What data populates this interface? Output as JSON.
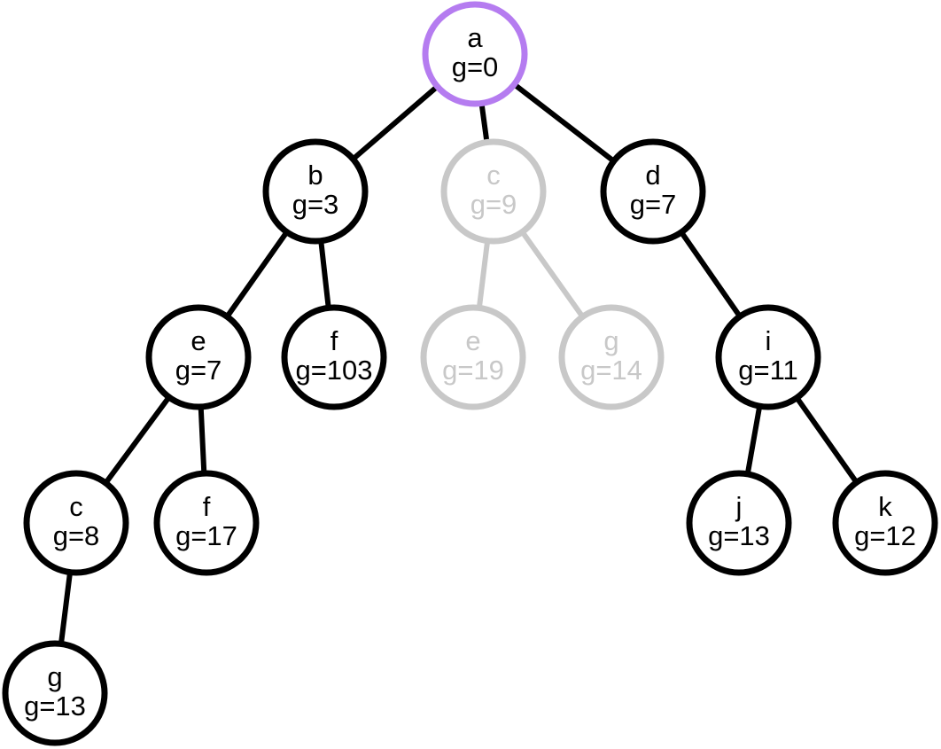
{
  "colors": {
    "default": "#000000",
    "faded": "#c8c8c8",
    "root_highlight": "#b57cf0"
  },
  "nodes": [
    {
      "id": "a",
      "label": "a",
      "cost": "g=0",
      "state": "root"
    },
    {
      "id": "b",
      "label": "b",
      "cost": "g=3",
      "state": "default"
    },
    {
      "id": "c1",
      "label": "c",
      "cost": "g=9",
      "state": "faded"
    },
    {
      "id": "d",
      "label": "d",
      "cost": "g=7",
      "state": "default"
    },
    {
      "id": "e1",
      "label": "e",
      "cost": "g=7",
      "state": "default"
    },
    {
      "id": "f1",
      "label": "f",
      "cost": "g=103",
      "state": "default"
    },
    {
      "id": "e2",
      "label": "e",
      "cost": "g=19",
      "state": "faded"
    },
    {
      "id": "g1",
      "label": "g",
      "cost": "g=14",
      "state": "faded"
    },
    {
      "id": "i",
      "label": "i",
      "cost": "g=11",
      "state": "default"
    },
    {
      "id": "c2",
      "label": "c",
      "cost": "g=8",
      "state": "default"
    },
    {
      "id": "f2",
      "label": "f",
      "cost": "g=17",
      "state": "default"
    },
    {
      "id": "j",
      "label": "j",
      "cost": "g=13",
      "state": "default"
    },
    {
      "id": "k",
      "label": "k",
      "cost": "g=12",
      "state": "default"
    },
    {
      "id": "g2",
      "label": "g",
      "cost": "g=13",
      "state": "default"
    }
  ],
  "edges": [
    {
      "from": "a",
      "to": "b",
      "state": "default"
    },
    {
      "from": "a",
      "to": "c1",
      "state": "default"
    },
    {
      "from": "a",
      "to": "d",
      "state": "default"
    },
    {
      "from": "b",
      "to": "e1",
      "state": "default"
    },
    {
      "from": "b",
      "to": "f1",
      "state": "default"
    },
    {
      "from": "c1",
      "to": "e2",
      "state": "faded"
    },
    {
      "from": "c1",
      "to": "g1",
      "state": "faded"
    },
    {
      "from": "d",
      "to": "i",
      "state": "default"
    },
    {
      "from": "e1",
      "to": "c2",
      "state": "default"
    },
    {
      "from": "e1",
      "to": "f2",
      "state": "default"
    },
    {
      "from": "i",
      "to": "j",
      "state": "default"
    },
    {
      "from": "i",
      "to": "k",
      "state": "default"
    },
    {
      "from": "c2",
      "to": "g2",
      "state": "default"
    }
  ]
}
